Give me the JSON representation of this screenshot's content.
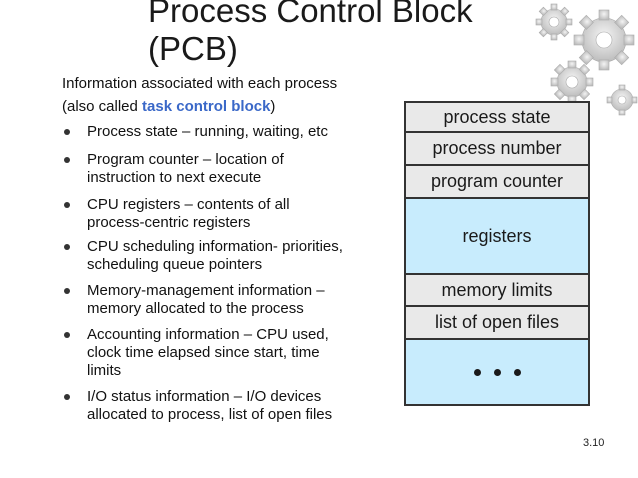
{
  "title": {
    "line1": "Process Control Block",
    "line2": "(PCB)"
  },
  "intro": {
    "line1": "Information associated with each process",
    "line2_prefix": "(also called ",
    "line2_highlight": "task control block",
    "line2_suffix": ")",
    "highlight_color": "#3a68c8"
  },
  "bullets": [
    {
      "text": "Process state – running, waiting, etc"
    },
    {
      "text": "Program counter – location of instruction to next execute"
    },
    {
      "text": "CPU registers – contents of all process-centric registers"
    },
    {
      "text": "CPU scheduling information- priorities, scheduling queue pointers"
    },
    {
      "text": "Memory-management information – memory allocated to the process"
    },
    {
      "text": "Accounting information – CPU used, clock time elapsed since start, time limits"
    },
    {
      "text": "I/O status information – I/O devices allocated to process, list of open files"
    }
  ],
  "pcb": {
    "cells": [
      {
        "label": "process state",
        "color": "#e9e9e9"
      },
      {
        "label": "process number",
        "color": "#e9e9e9"
      },
      {
        "label": "program counter",
        "color": "#e9e9e9"
      },
      {
        "label": "registers",
        "color": "#c8ecfd"
      },
      {
        "label": "memory limits",
        "color": "#e9e9e9"
      },
      {
        "label": "list of open files",
        "color": "#e9e9e9"
      },
      {
        "label": "",
        "color": "#c8ecfd",
        "icon": "ellipsis-icon"
      }
    ]
  },
  "decoration": {
    "icon": "gears-icon"
  },
  "page_number": "3.10"
}
